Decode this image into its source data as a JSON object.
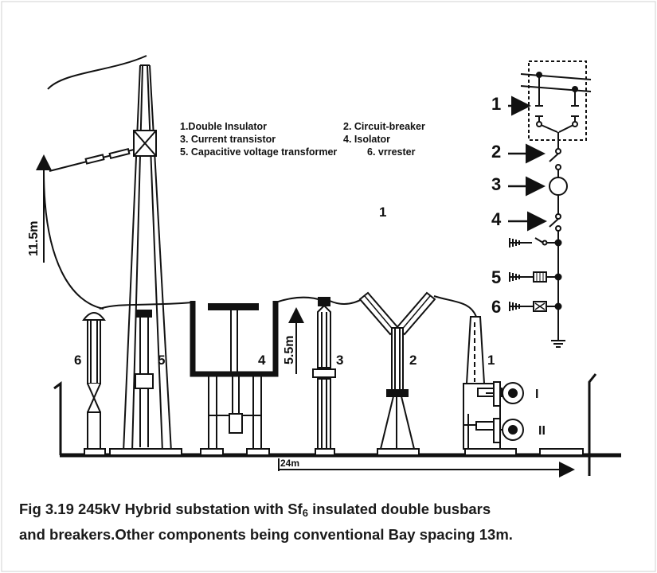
{
  "legend": {
    "items": [
      "1.Double Insulator",
      "2. Circuit-breaker",
      "3. Current transistor",
      "4. Isolator",
      "5. Capacitive voltage transformer",
      "6. vrrester"
    ]
  },
  "labels": {
    "center_1": "1",
    "height_tower": "11.5m",
    "height_eq": "5.5m",
    "spacing": "24m",
    "eq6": "6",
    "eq5": "5",
    "eq4": "4",
    "eq3": "3",
    "eq2": "2",
    "eq1": "1",
    "bus_I": "I",
    "bus_II": "II"
  },
  "single_line": {
    "markers": [
      "1",
      "2",
      "3",
      "4",
      "5",
      "6"
    ]
  },
  "caption": {
    "line1_pre": "Fig 3.19 245kV Hybrid substation with Sf",
    "line1_sub": "6",
    "line1_post": " insulated double busbars",
    "line2": "and breakers.Other components being conventional Bay spacing 13m."
  }
}
